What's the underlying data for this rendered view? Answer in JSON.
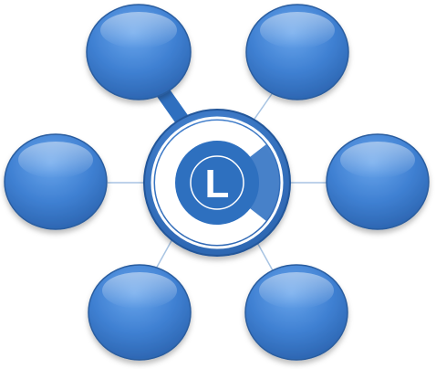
{
  "diagram": {
    "type": "hub-and-spoke",
    "hub": {
      "logo_letter": "L",
      "logo_mark": "C",
      "fill_color": "#2f6fbf",
      "ring_color": "#ffffff",
      "accent_color": "#3d7fd0"
    },
    "satellites": [
      {
        "name": "top-left",
        "label": "",
        "connector": "thick"
      },
      {
        "name": "top-right",
        "label": "",
        "connector": "thin"
      },
      {
        "name": "middle-left",
        "label": "",
        "connector": "thin"
      },
      {
        "name": "middle-right",
        "label": "",
        "connector": "thin"
      },
      {
        "name": "bottom-left",
        "label": "",
        "connector": "thin"
      },
      {
        "name": "bottom-right",
        "label": "",
        "connector": "thin"
      }
    ],
    "colors": {
      "satellite_fill_top": "#5a9ae6",
      "satellite_fill_bottom": "#2c69b8",
      "satellite_stroke": "#2a5d9f",
      "thin_connector": "#a8c4e3",
      "thick_connector": "#2f6fbf"
    }
  }
}
